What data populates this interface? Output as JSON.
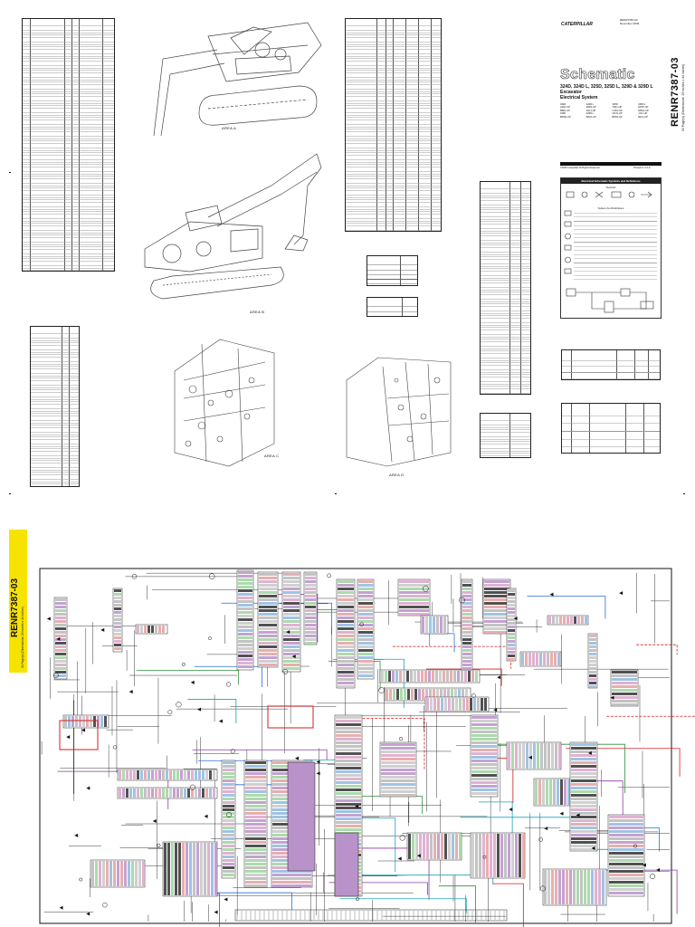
{
  "brand": {
    "logo_text": "CATERPILLAR",
    "header_lines": [
      "RENR7387-03",
      "November 2006"
    ]
  },
  "title_block": {
    "title": "Schematic",
    "models": "324D, 324D L, 325D, 325D L, 329D & 329D L Excavator",
    "subtitle": "Electrical System",
    "serial_prefixes": [
      "324D",
      "324D L",
      "325D",
      "325D L",
      "329D",
      "329D L",
      "A2H1-UP",
      "A8D1-UP",
      "T4K1-UP",
      "EPP1-UP",
      "B6E1-UP",
      "A2L1-UP",
      "C4S1-UP",
      "DBG1-UP",
      "CDJ1-UP",
      "JJL1-UP",
      "BDW1-UP",
      "BAK1-UP",
      "BPD1-UP",
      "BLF1-UP"
    ],
    "footer": "©2006 Caterpillar All Rights Reserved",
    "page_note": "Printed in U.S.A."
  },
  "doc_id": {
    "code": "RENR7387-03",
    "pages": "34 Page(s)",
    "vertical_note": "(Dimensions: 29 inches x 44 inches)"
  },
  "area_labels": {
    "a": "AREA A",
    "b": "AREA B",
    "c": "AREA C",
    "d": "AREA D"
  },
  "symbols_panel": {
    "title": "Electrical Schematic Symbols and Definitions",
    "symbols_heading": "Symbols",
    "definitions_heading": "System And Definitions"
  },
  "colors": {
    "wire_red": "#d21e1e",
    "wire_blue": "#2a6fd6",
    "wire_cyan": "#19a3b3",
    "wire_purple": "#8a3aa8",
    "wire_green": "#2f8f3a",
    "accent_yellow": "#f7e300",
    "panel_purple": "#b892c9"
  }
}
